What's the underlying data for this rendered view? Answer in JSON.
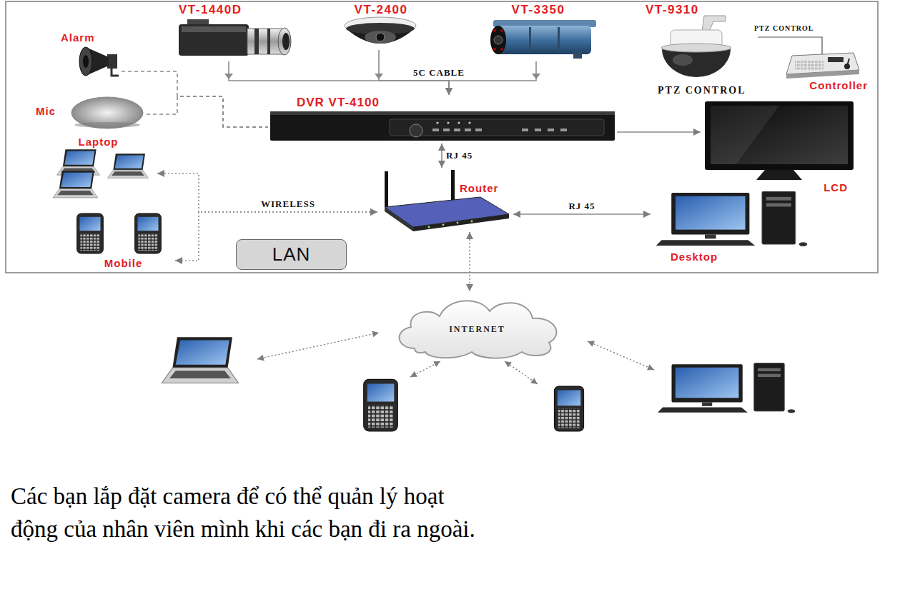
{
  "diagram": {
    "caption": "Các bạn lắp đặt camera để có thể quản lý hoạt động của nhân viên mình khi các bạn đi ra ngoài.",
    "nodes": [
      {
        "text": [
          "VT-1440D"
        ]
      },
      {
        "text": [
          "VT-2400"
        ]
      },
      {
        "text": [
          "VT-3350"
        ]
      },
      {
        "text": [
          "VT-9310"
        ]
      },
      {
        "text": [
          "PTZ CONTROL",
          "Controller"
        ]
      },
      {
        "text": [
          "Alarm"
        ]
      },
      {
        "text": [
          "DVR VT-4100"
        ]
      },
      {
        "text": [
          "Mic"
        ]
      },
      {
        "text": [
          "Laptop"
        ]
      },
      {
        "text": [
          "LCD"
        ]
      },
      {
        "text": [
          "Router"
        ]
      },
      {
        "text": [
          "Desktop"
        ]
      },
      {
        "text": [
          "LAN"
        ]
      },
      {
        "text": [
          "Mobile"
        ]
      },
      {
        "text": [
          "INTERNET"
        ]
      }
    ],
    "edges": [
      {
        "from": 0,
        "to": 6,
        "arrow": "to"
      },
      {
        "from": 1,
        "to": 6,
        "arrow": "to"
      },
      {
        "from": 2,
        "to": 6,
        "arrow": "to"
      },
      {
        "from": 5,
        "to": 6,
        "arrow": "none"
      },
      {
        "from": 7,
        "to": 6,
        "arrow": "none"
      },
      {
        "from": 6,
        "to": 9,
        "arrow": "to"
      },
      {
        "from": 6,
        "to": 10,
        "arrow": "both",
        "label": "RJ 45"
      },
      {
        "from": 10,
        "to": 8,
        "arrow": "both",
        "label": "WIRELESS"
      },
      {
        "from": 10,
        "to": 13,
        "arrow": "both"
      },
      {
        "from": 10,
        "to": 11,
        "arrow": "both",
        "label": "RJ 45"
      },
      {
        "from": 10,
        "to": 14,
        "arrow": "both"
      }
    ],
    "labels": [
      "5C CABLE",
      "PTZ CONTROL"
    ]
  }
}
